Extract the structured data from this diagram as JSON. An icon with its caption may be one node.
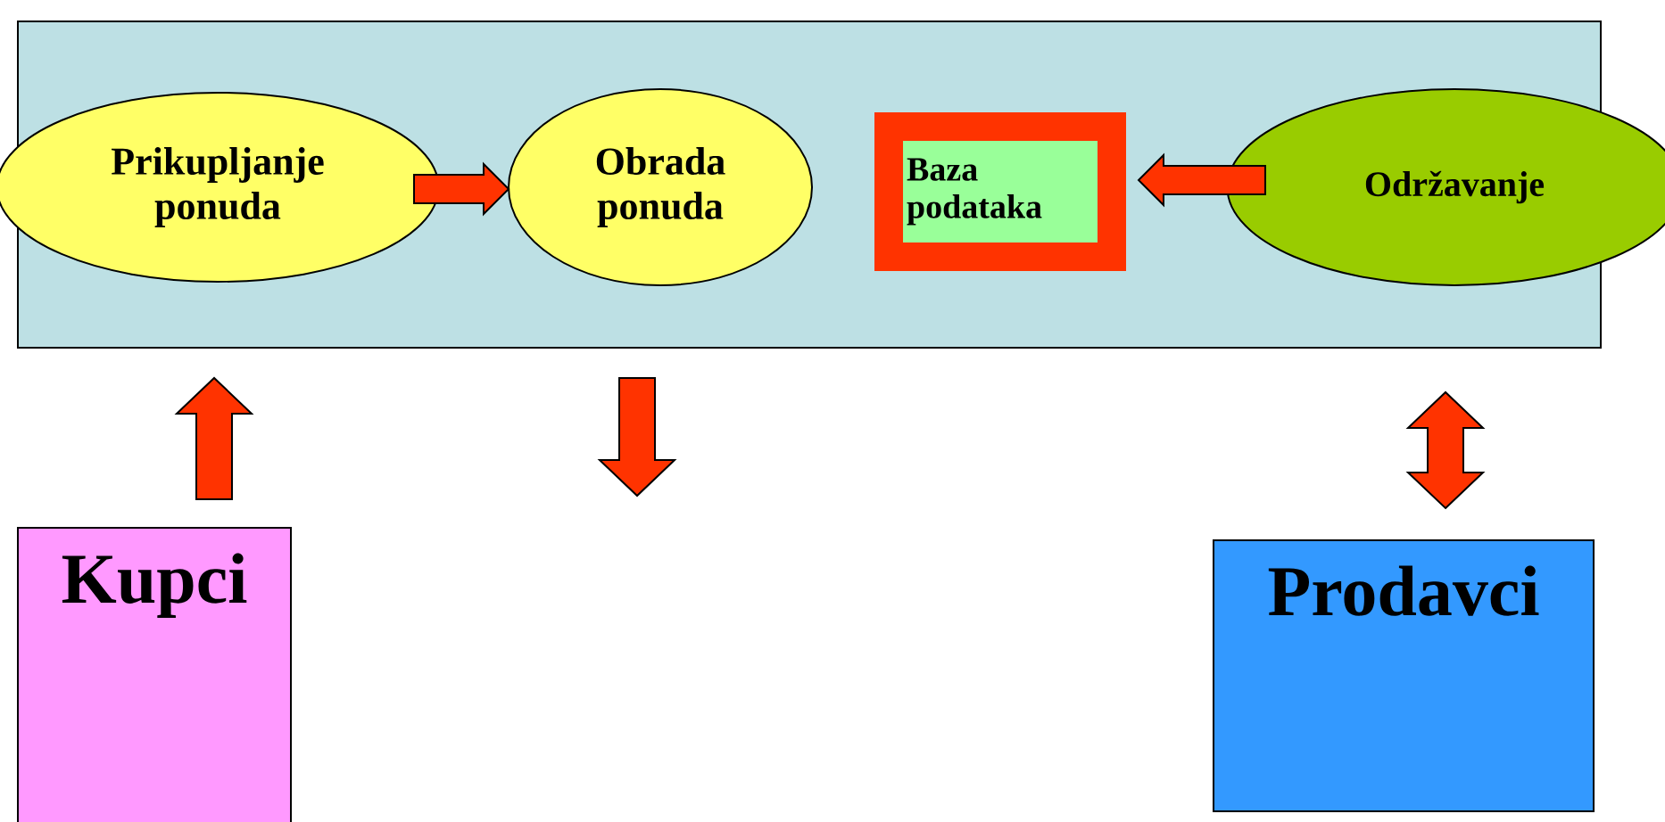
{
  "diagram": {
    "nodes": [
      {
        "text": [],
        "shape": "box"
      },
      {
        "text": [
          "Prikupljanje ponuda"
        ],
        "in": 0
      },
      {
        "text": [
          "Obrada ponuda"
        ],
        "in": 0
      },
      {
        "text": [
          "Baza podataka"
        ],
        "in": 0
      },
      {
        "text": [
          "Održavanje"
        ]
      },
      {
        "text": [
          "Kupci"
        ]
      },
      {
        "text": [
          "Prodavci"
        ]
      }
    ],
    "edges": [
      {
        "from": 1,
        "to": 2,
        "arrow": "to"
      },
      {
        "from": 4,
        "to": 3,
        "arrow": "to"
      },
      {
        "from": 5,
        "to": 0,
        "arrow": "to"
      },
      {
        "from": 0,
        "to": null,
        "arrow": "to"
      },
      {
        "from": 6,
        "to": 0,
        "arrow": "both"
      }
    ]
  }
}
